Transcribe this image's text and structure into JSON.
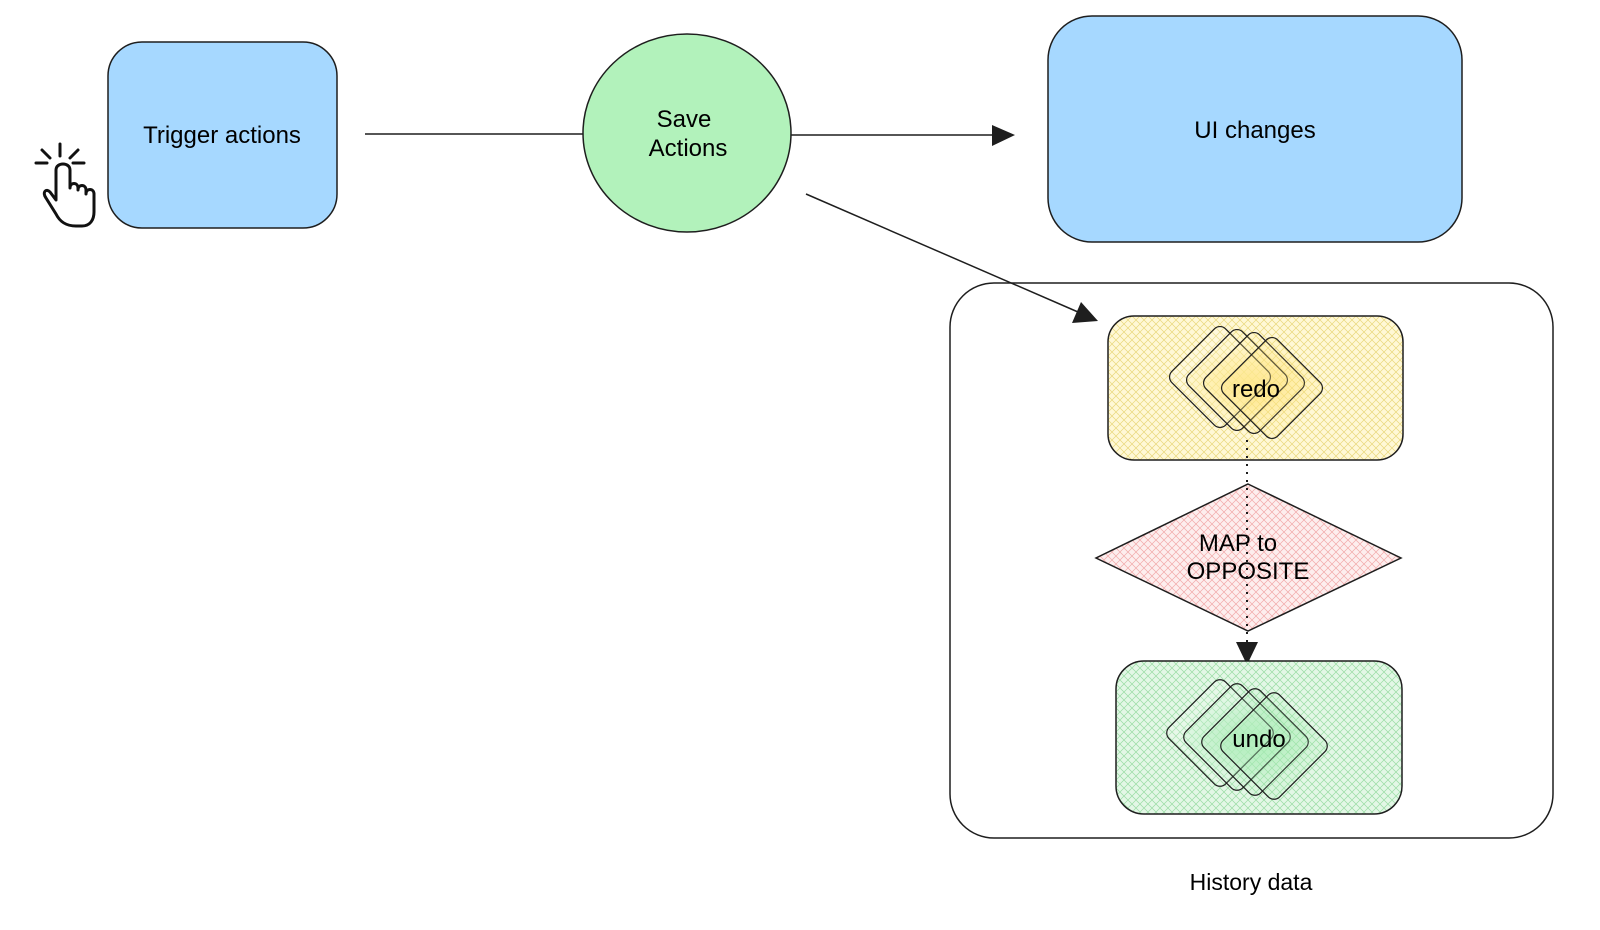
{
  "nodes": {
    "trigger": {
      "label": "Trigger actions"
    },
    "save": {
      "line1": "Save",
      "line2": "Actions"
    },
    "ui_changes": {
      "label": "UI changes"
    },
    "redo": {
      "label": "redo"
    },
    "map": {
      "line1": "MAP to",
      "line2": "OPPOSITE"
    },
    "undo": {
      "label": "undo"
    },
    "history": {
      "label": "History data"
    }
  },
  "colors": {
    "blue_fill": "#a6d8ff",
    "green_fill": "#b2f2bb",
    "yellow_fill": "#ffec99",
    "pink_fill": "#ffc9c9",
    "light_green_fill": "#b2f2bb",
    "stroke": "#1e1e1e"
  },
  "icons": {
    "trigger_icon": "hand-pointer-click-icon"
  }
}
